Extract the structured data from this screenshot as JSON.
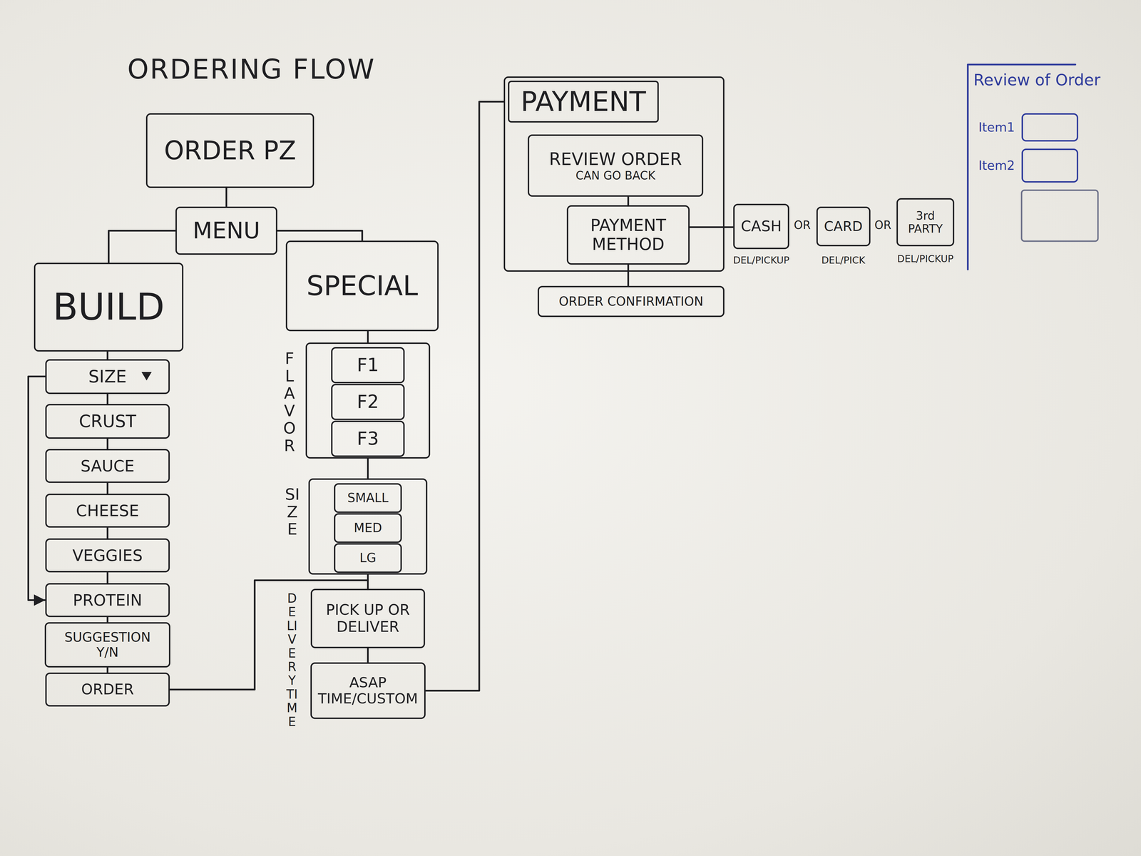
{
  "diagram": {
    "title": "ORDERING FLOW",
    "nodes": [
      {
        "text": [
          "ORDER PZ"
        ]
      },
      {
        "text": [
          "MENU"
        ]
      },
      {
        "text": [
          "BUILD"
        ]
      },
      {
        "text": [
          "SIZE"
        ]
      },
      {
        "text": [
          "CRUST"
        ]
      },
      {
        "text": [
          "SAUCE"
        ]
      },
      {
        "text": [
          "CHEESE"
        ]
      },
      {
        "text": [
          "VEGGIES"
        ]
      },
      {
        "text": [
          "PROTEIN"
        ]
      },
      {
        "text": [
          "SUGGESTION Y/N"
        ]
      },
      {
        "text": [
          "ORDER"
        ]
      },
      {
        "text": [
          "SPECIAL"
        ]
      },
      {
        "text": [
          "FLAVOR"
        ]
      },
      {
        "text": [
          "F1"
        ],
        "in": 12
      },
      {
        "text": [
          "F2"
        ],
        "in": 12
      },
      {
        "text": [
          "F3"
        ],
        "in": 12
      },
      {
        "text": [
          "SIZE"
        ]
      },
      {
        "text": [
          "SMALL"
        ],
        "in": 16
      },
      {
        "text": [
          "MED"
        ],
        "in": 16
      },
      {
        "text": [
          "LG"
        ],
        "in": 16
      },
      {
        "text": [
          "PICK UP OR DELIVER"
        ]
      },
      {
        "text": [
          "ASAP TIME/CUSTOM"
        ]
      },
      {
        "text": [
          "PAYMENT"
        ]
      },
      {
        "text": [
          "REVIEW ORDER",
          "CAN GO BACK"
        ],
        "in": 22
      },
      {
        "text": [
          "PAYMENT METHOD"
        ],
        "in": 22
      },
      {
        "text": [
          "ORDER CONFIRMATION"
        ]
      },
      {
        "text": [
          "CASH"
        ]
      },
      {
        "text": [
          "CARD"
        ]
      },
      {
        "text": [
          "3rd PARTY"
        ]
      },
      {
        "text": [
          "Item1"
        ]
      },
      {
        "text": [
          "Item2"
        ]
      }
    ],
    "edges": [
      {
        "from": 0,
        "to": 1,
        "arrow": "none"
      },
      {
        "from": 1,
        "to": 2,
        "arrow": "none"
      },
      {
        "from": 1,
        "to": 11,
        "arrow": "none"
      },
      {
        "from": 2,
        "to": 3,
        "arrow": "none"
      },
      {
        "from": 3,
        "to": 4,
        "arrow": "none"
      },
      {
        "from": 4,
        "to": 5,
        "arrow": "none"
      },
      {
        "from": 5,
        "to": 6,
        "arrow": "none"
      },
      {
        "from": 6,
        "to": 7,
        "arrow": "none"
      },
      {
        "from": 7,
        "to": 8,
        "arrow": "none"
      },
      {
        "from": 8,
        "to": 9,
        "arrow": "none"
      },
      {
        "from": 9,
        "to": 10,
        "arrow": "none"
      },
      {
        "from": 3,
        "to": 8,
        "arrow": "to"
      },
      {
        "from": 10,
        "to": 20,
        "arrow": "none"
      },
      {
        "from": 11,
        "to": 12,
        "arrow": "none"
      },
      {
        "from": 12,
        "to": 16,
        "arrow": "none"
      },
      {
        "from": 16,
        "to": 20,
        "arrow": "none"
      },
      {
        "from": 20,
        "to": 21,
        "arrow": "none"
      },
      {
        "from": 21,
        "to": 22,
        "arrow": "none"
      },
      {
        "from": 23,
        "to": 24,
        "arrow": "none"
      },
      {
        "from": 24,
        "to": 25,
        "arrow": "none"
      },
      {
        "from": 24,
        "to": 26,
        "arrow": "none"
      }
    ],
    "labels": [
      "OR",
      "OR",
      "DEL/PICKUP",
      "DEL/PICK",
      "DEL/PICKUP",
      "DELIVERY TIME",
      "Review of Order"
    ]
  }
}
